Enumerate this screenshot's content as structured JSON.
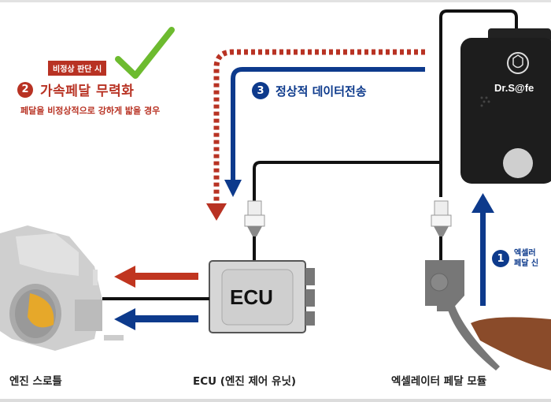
{
  "title": "Dr.Safe accelerator pedal safety system diagram",
  "colors": {
    "red": "#b83223",
    "blue": "#0d3a8c",
    "green_check": "#6dbb2f",
    "device_black": "#1d1d1d",
    "ecu_gray": "#d6d6d6"
  },
  "steps": [
    {
      "number": "1",
      "lines": [
        "엑셀러",
        "페달 신"
      ],
      "color": "blue"
    },
    {
      "number": "2",
      "badge": "비정상 판단 시",
      "label": "가속페달 무력화",
      "sub": "페달을 비정상적으로 강하게 밟을 경우",
      "color": "red"
    },
    {
      "number": "3",
      "label": "정상적 데이터전송",
      "color": "blue"
    }
  ],
  "device": {
    "brand": "Dr.S@fe",
    "icon": "shield-check-icon"
  },
  "ecu": {
    "label": "ECU"
  },
  "captions": {
    "throttle": "엔진 스로틀",
    "ecu": "ECU (엔진 제어 유닛)",
    "pedal": "엑셀레이터 페달 모듈"
  }
}
